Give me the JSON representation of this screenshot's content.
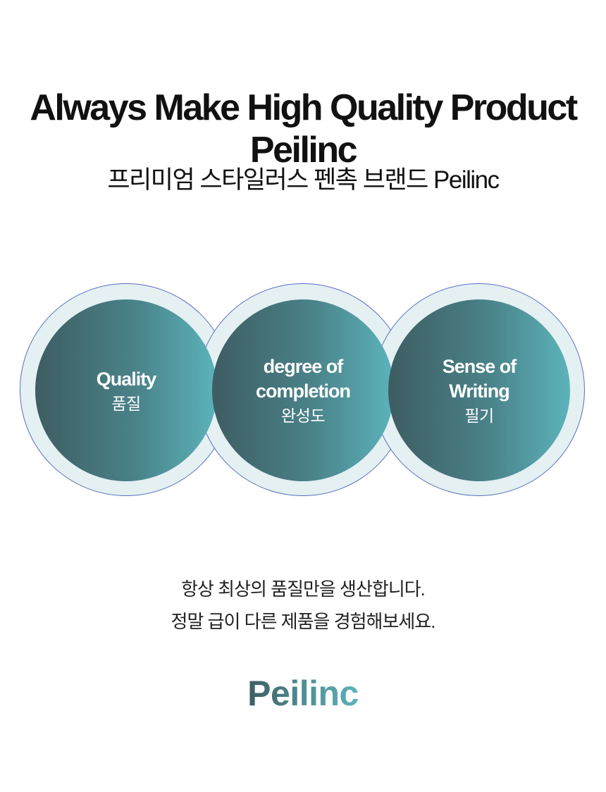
{
  "headline": {
    "line1": "Always Make High Quality Product",
    "line2": "Peilinc"
  },
  "subtitle": "프리미엄 스타일러스 펜촉 브랜드 Peilinc",
  "features": [
    {
      "title": "Quality",
      "subtitle": "품질"
    },
    {
      "title": "degree of\ncompletion",
      "subtitle": "완성도"
    },
    {
      "title": "Sense of\nWriting",
      "subtitle": "필기"
    }
  ],
  "body": {
    "line1": "항상 최상의 품질만을 생산합니다.",
    "line2": "정말 급이 다른 제품을 경험해보세요."
  },
  "brand_name": "Peilinc",
  "colors": {
    "gradient_start": "#3d5d62",
    "gradient_end": "#5cb3ba",
    "ring_fill": "#e4f0f2",
    "ring_border": "#5a6fc0"
  }
}
